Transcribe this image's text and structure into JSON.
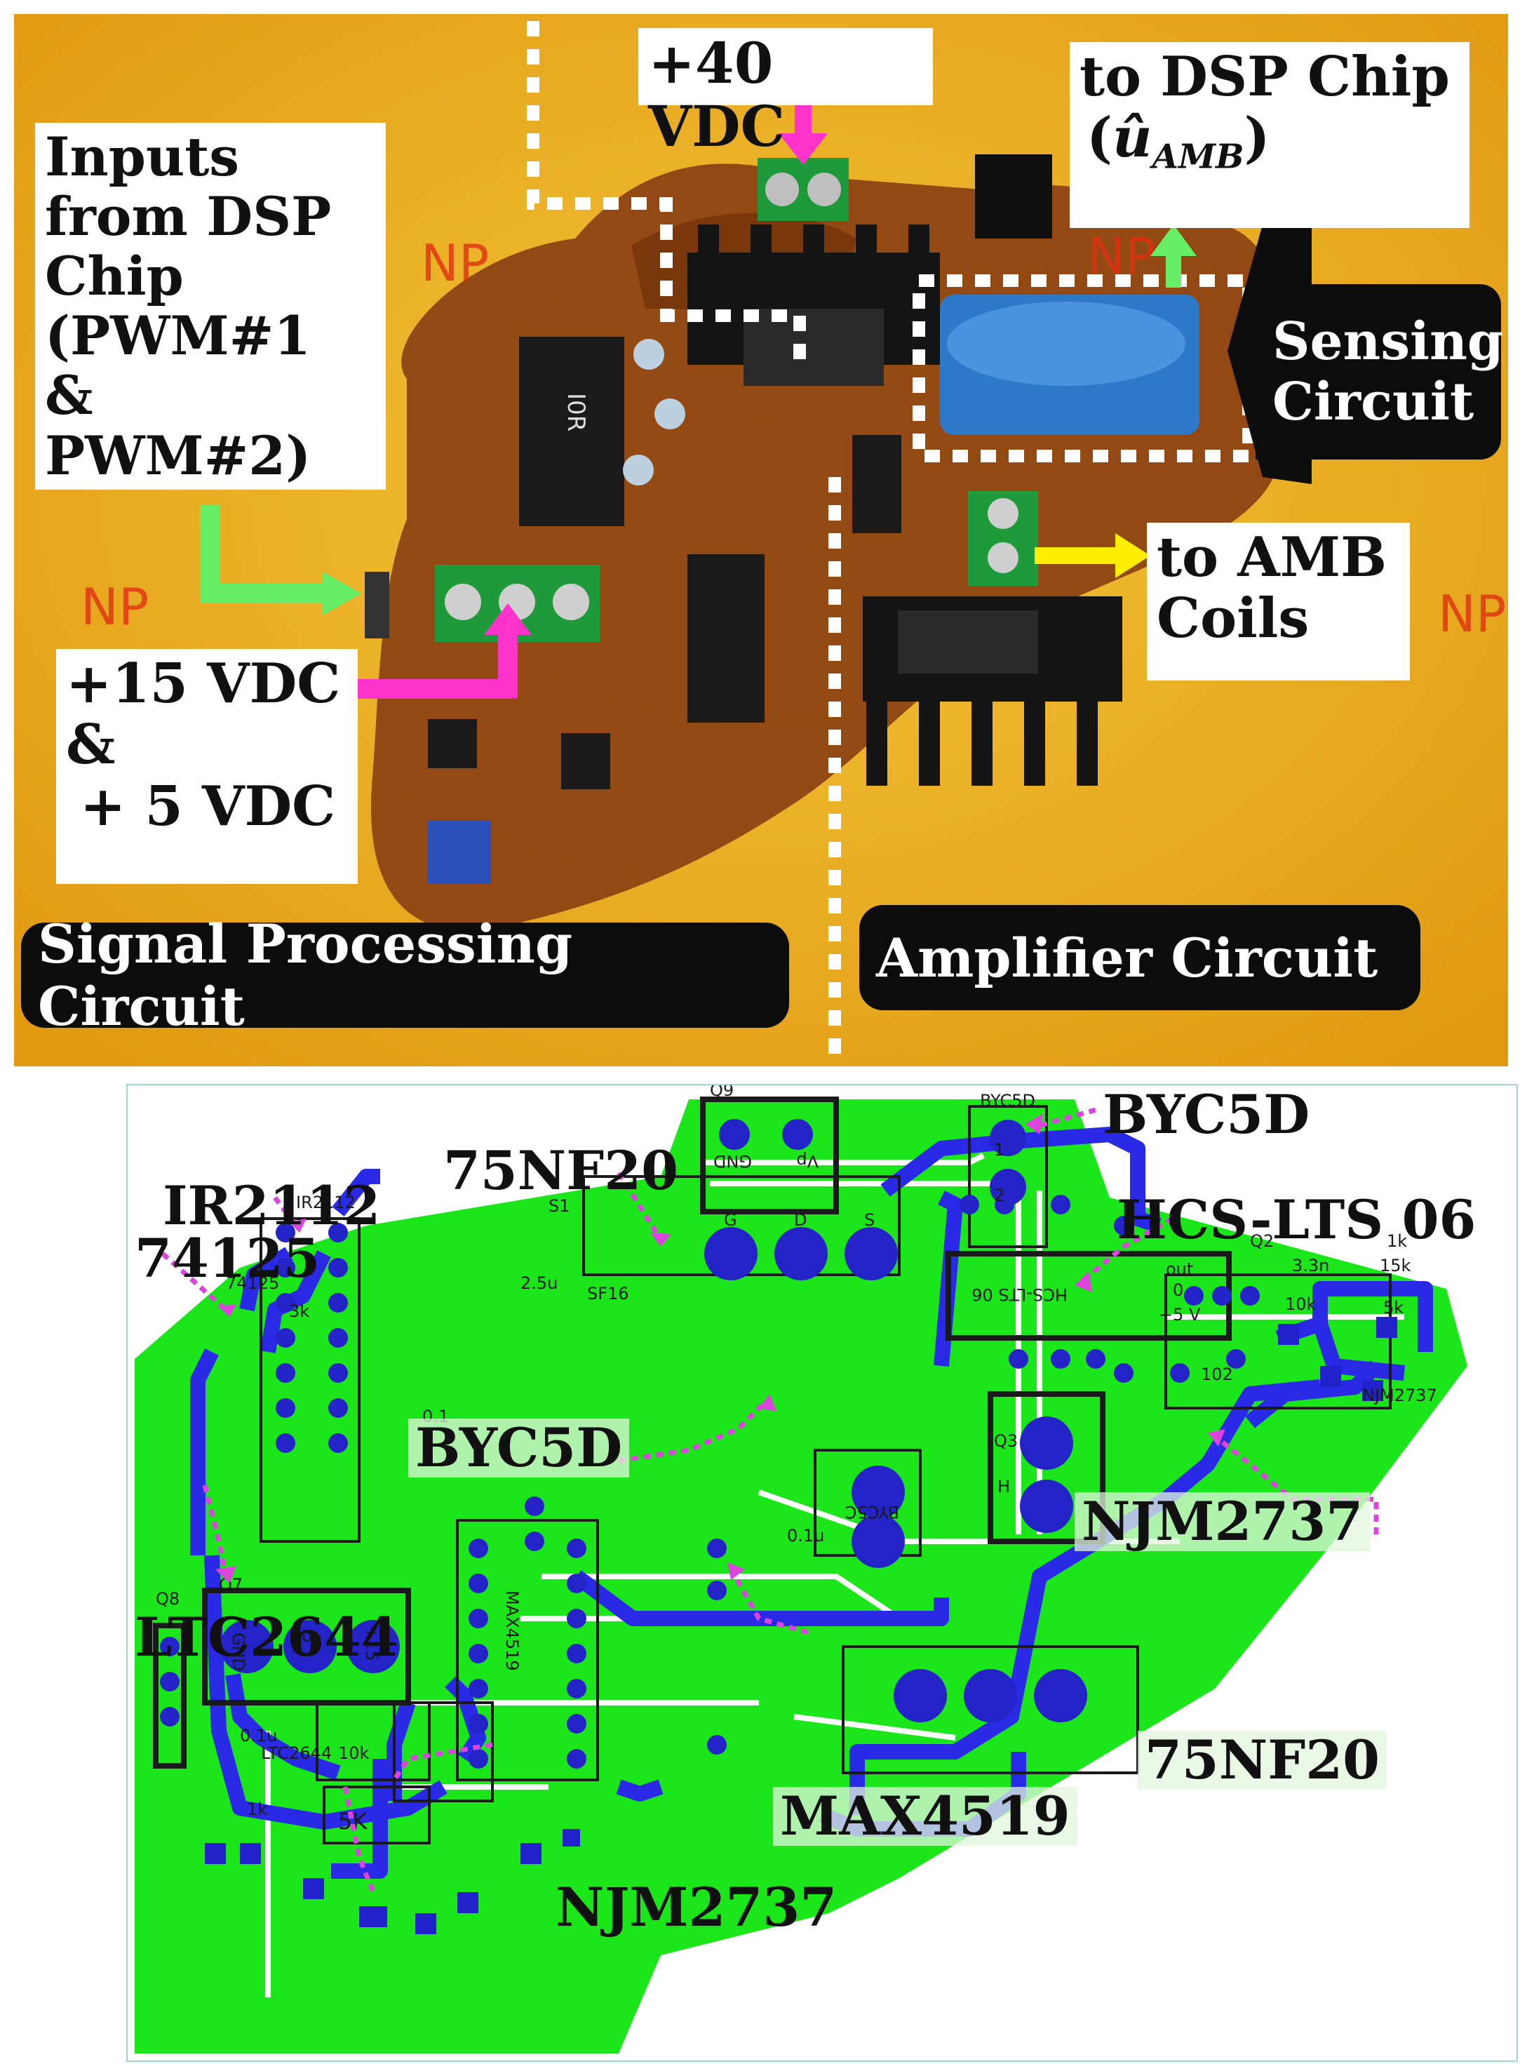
{
  "photo": {
    "labels": {
      "inputs_lines": [
        "Inputs",
        "from DSP",
        "Chip",
        "(PWM#1",
        "& PWM#2)"
      ],
      "v40": "+40 VDC",
      "to_dsp_line1": "to DSP Chip",
      "to_dsp_open": "(",
      "to_dsp_symbol": "û",
      "to_dsp_sub": "AMB",
      "to_dsp_close": ")",
      "sensing_line1": "Sensing",
      "sensing_line2": "Circuit",
      "to_amb_line1": "to AMB",
      "to_amb_line2": "Coils",
      "v15_line1": "+15 VDC",
      "v15_line2": "&",
      "v15_line3": "+ 5 VDC",
      "signal_processing": "Signal Processing Circuit",
      "amplifier": "Amplifier Circuit"
    },
    "board_marks": [
      "NP",
      "NP",
      "NP",
      "NP"
    ],
    "colors": {
      "board": "#e8ac1a",
      "copper": "#8a3f10",
      "white_dots": "#ffffff",
      "arrow_magenta": "#ff33cc",
      "arrow_green": "#66ee66",
      "arrow_yellow": "#ffee00"
    }
  },
  "pcb": {
    "callouts": {
      "byc5d_top": "BYC5D",
      "hcs_lts": "HCS-LTS 06",
      "nf20_top": "75NF20",
      "ir2112": "IR2112",
      "c74125": "74125",
      "byc5d_mid": "BYC5D",
      "njm2737_right": "NJM2737",
      "ltc2644": "LTC2644",
      "nf20_bottom": "75NF20",
      "max4519": "MAX4519",
      "njm2737_bottom": "NJM2737"
    },
    "silkscreen": {
      "q9": "Q9",
      "gnd": "GND",
      "vp": "Vp",
      "byc5d_small": "BYC5D",
      "one": "1",
      "two": "2",
      "ir2112_small": "IR2112",
      "nf_g": "G",
      "nf_d": "D",
      "nf_s": "S",
      "s1": "S1",
      "cap_25u": "2.5u",
      "sf16": "SF16",
      "c74125_small": "74125",
      "r3k": "3k",
      "hcs_rev": "HCS-LTS 06",
      "plus5v": "+5 V",
      "out": "out",
      "zero": "0",
      "q2": "Q2",
      "r1k": "1k",
      "c33n": "3.3n",
      "r15k": "15k",
      "r10k": "10k",
      "r5k": "5k",
      "njm_small": "NJM2737",
      "r102": "102",
      "q3": "Q3",
      "h": "H",
      "q7": "Q7",
      "g_small": "GND",
      "five": "5",
      "fifteen": "+15",
      "q8": "Q8",
      "c01u": "0.1u",
      "max_small": "MAX4519",
      "ltc_small": "LTC2644",
      "r10k2": "10k",
      "r1k2": "1k",
      "big5k": "5K",
      "c01u_b": "0.1u",
      "byc5c": "BYC5C",
      "c01": "0.1"
    },
    "colors": {
      "ground_fill": "#1ae61a",
      "trace": "#2a2ae6",
      "pad": "#2323c8",
      "silk": "#1a1a1a",
      "callout_arrow": "#dd44dd"
    }
  }
}
